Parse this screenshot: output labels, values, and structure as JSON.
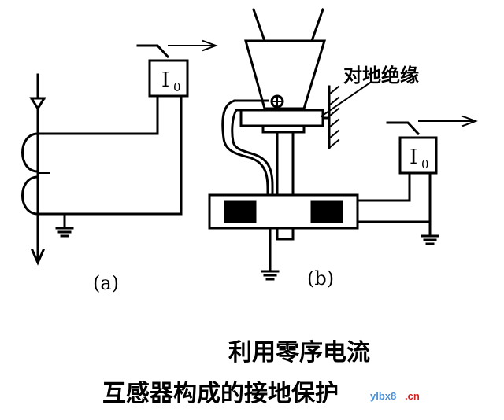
{
  "diagram_a": {
    "ct_label": "I",
    "ct_subscript": "0",
    "caption": "(a)"
  },
  "diagram_b": {
    "ct_label": "I",
    "ct_subscript": "0",
    "caption": "(b)",
    "insulation_label": "对地绝缘"
  },
  "title": {
    "line1": "利用零序电流",
    "line2": "互感器构成的接地保护"
  },
  "watermark": {
    "prefix": "ylbx8",
    "suffix": ".cn"
  }
}
